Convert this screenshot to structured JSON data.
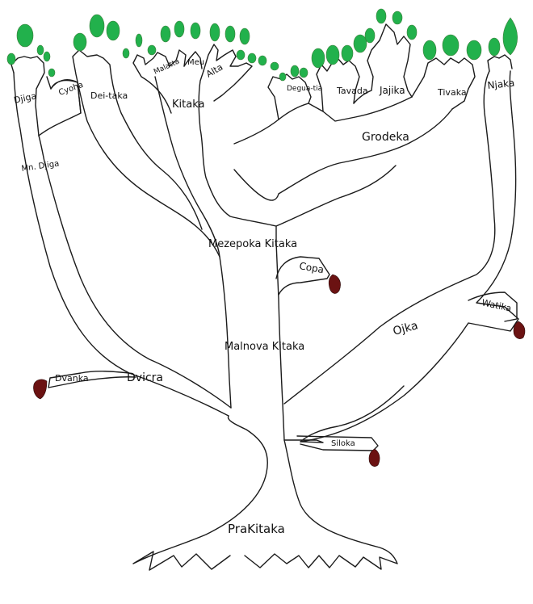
{
  "colors": {
    "ink": "#1b1b1b",
    "leaf": "#22b14c",
    "fruit": "#6b1212",
    "background": "#ffffff"
  },
  "labels": {
    "root": "PraKitaka",
    "left_trunk": "Dvicra",
    "left_fruit_branch": "Dvanka",
    "left_upper_branch": "Mn. Djiga",
    "djiga": "Djiga",
    "cyoha": "Cyoha",
    "dei_taka": "Dei-taka",
    "malatta": "Malatta",
    "meu": "Meu",
    "alta": "Alta",
    "kitaka": "Kitaka",
    "mezepoka_kitaka": "Mezepoka Kitaka",
    "malnova_kitaka": "Malnova Kitaka",
    "copa": "Copa",
    "degua_tia": "Degua-tia",
    "tavada": "Tavada",
    "jajika": "Jajika",
    "tivaka": "Tivaka",
    "grodeka": "Grodeka",
    "njaka": "Njaka",
    "ojka": "Ojka",
    "watika": "Watika",
    "siloka": "Siloka"
  }
}
